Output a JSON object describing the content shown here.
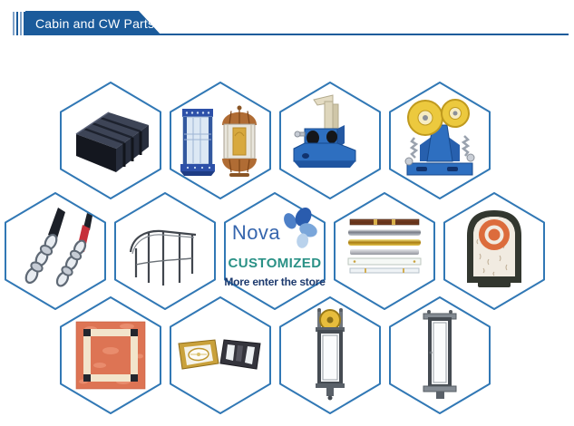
{
  "header": {
    "title": "Cabin and CW Parts"
  },
  "brand": {
    "name": "Nova",
    "logo": "flower-icon",
    "tagline": "CUSTOMIZED",
    "cta": "More enter the store"
  },
  "colors": {
    "accent_blue": "#1b5b9b",
    "hex_border": "#3178b5",
    "brand_blue": "#3565ad",
    "tagline_teal": "#2a9186",
    "cta_navy": "#1d3a6e"
  },
  "products": [
    {
      "name": "counterweight-filler-blocks-image"
    },
    {
      "name": "panoramic-elevator-cabins-image"
    },
    {
      "name": "sliding-guide-shoe-image"
    },
    {
      "name": "roller-guide-shoe-image"
    },
    {
      "name": "compensation-chains-image"
    },
    {
      "name": "car-top-balustrade-image"
    },
    {
      "name": "cabin-handrails-image"
    },
    {
      "name": "speckled-arch-weight-image"
    },
    {
      "name": "marble-cabin-floor-image"
    },
    {
      "name": "cabin-ceiling-panels-image"
    },
    {
      "name": "counterweight-frame-with-sheave-image"
    },
    {
      "name": "counterweight-frame-image"
    }
  ]
}
